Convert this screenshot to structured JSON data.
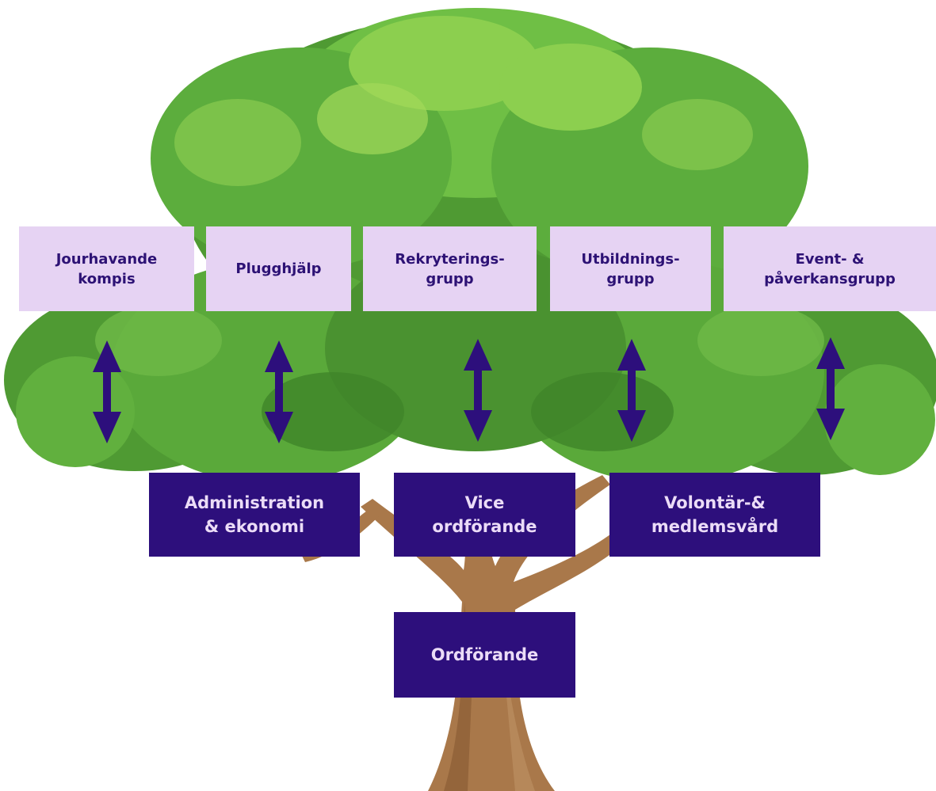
{
  "diagram": {
    "groups": [
      {
        "id": "jourhavande",
        "label": "Jourhavande\nkompis"
      },
      {
        "id": "plugghjalp",
        "label": "Plugghjälp"
      },
      {
        "id": "rekrytering",
        "label": "Rekryterings-\ngrupp"
      },
      {
        "id": "utbildning",
        "label": "Utbildnings-\ngrupp"
      },
      {
        "id": "event",
        "label": "Event- &\npåverkansgrupp"
      }
    ],
    "leadership": [
      {
        "id": "administration",
        "label": "Administration\n& ekonomi"
      },
      {
        "id": "vice",
        "label": "Vice\nordförande"
      },
      {
        "id": "volontar",
        "label": "Volontär-&\nmedlemsvård"
      }
    ],
    "chair": {
      "label": "Ordförande"
    },
    "connections": [
      {
        "from": "jourhavande",
        "to": "administration",
        "style": "double-arrow"
      },
      {
        "from": "plugghjalp",
        "to": "administration",
        "style": "double-arrow"
      },
      {
        "from": "rekrytering",
        "to": "vice",
        "style": "double-arrow"
      },
      {
        "from": "utbildning",
        "to": "volontar",
        "style": "double-arrow"
      },
      {
        "from": "event",
        "to": "volontar",
        "style": "double-arrow"
      }
    ],
    "colors": {
      "group_box": "#e6d3f3",
      "group_text": "#2d1275",
      "lead_box": "#2d0f7c",
      "lead_text": "#ebdcf7",
      "arrow": "#2d0f7c",
      "foliage": "#5fae3c",
      "trunk": "#a9784a"
    }
  }
}
